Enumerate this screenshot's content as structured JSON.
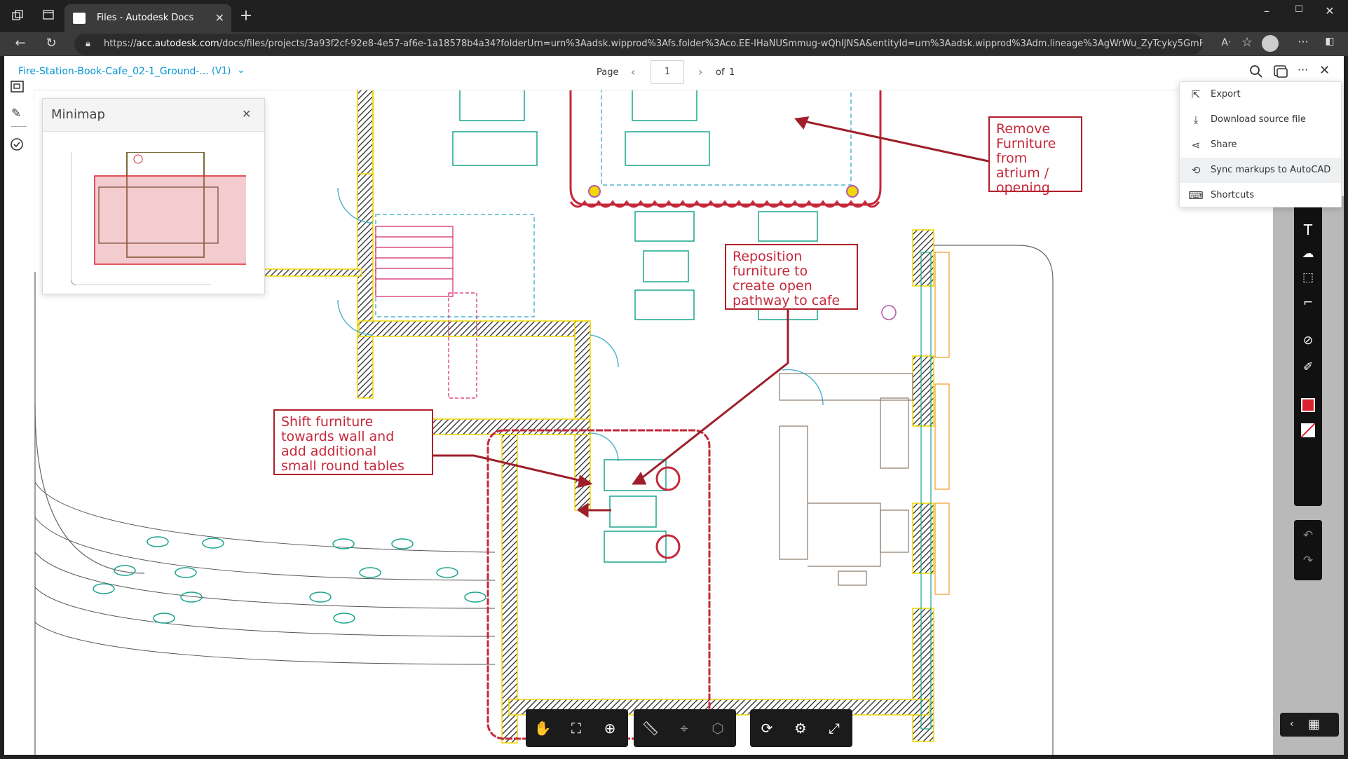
{
  "browser": {
    "tab_title": "Files - Autodesk Docs",
    "url_domain": "acc.autodesk.com",
    "url_prefix": "https://",
    "url_rest": "/docs/files/projects/3a93f2cf-92e8-4e57-af6e-1a18578b4a34?folderUrn=urn%3Aadsk.wipprod%3Afs.folder%3Aco.EE-IHaNUSmmug-wQhIJNSA&entityId=urn%3Aadsk.wipprod%3Adm.lineage%3AgWrWu_ZyTcyky5GmFUxHQ..."
  },
  "viewer": {
    "document_name": "Fire-Station-Book-Cafe_02-1_Ground-...",
    "version": "(V1)",
    "page_label": "Page",
    "page_current": "1",
    "page_of": "of",
    "page_total": "1"
  },
  "minimap": {
    "title": "Minimap"
  },
  "menu": {
    "items": [
      {
        "label": "Export",
        "icon": "export-icon"
      },
      {
        "label": "Download source file",
        "icon": "download-icon"
      },
      {
        "label": "Share",
        "icon": "share-icon"
      },
      {
        "label": "Sync markups to AutoCAD",
        "icon": "sync-icon"
      },
      {
        "label": "Shortcuts",
        "icon": "keyboard-icon"
      }
    ]
  },
  "markups": {
    "note1": [
      "Remove",
      "Furniture",
      "from",
      "atrium /",
      "opening"
    ],
    "note2": [
      "Reposition",
      "furniture to",
      "create open",
      "pathway to cafe"
    ],
    "note3": [
      "Shift furniture",
      "towards wall and",
      "add additional",
      "small round tables"
    ]
  },
  "colors": {
    "accent": "#0696d7",
    "markup_red": "#b01e2a",
    "furniture": "#1aa58e",
    "wall_highlight": "#f0d800"
  }
}
